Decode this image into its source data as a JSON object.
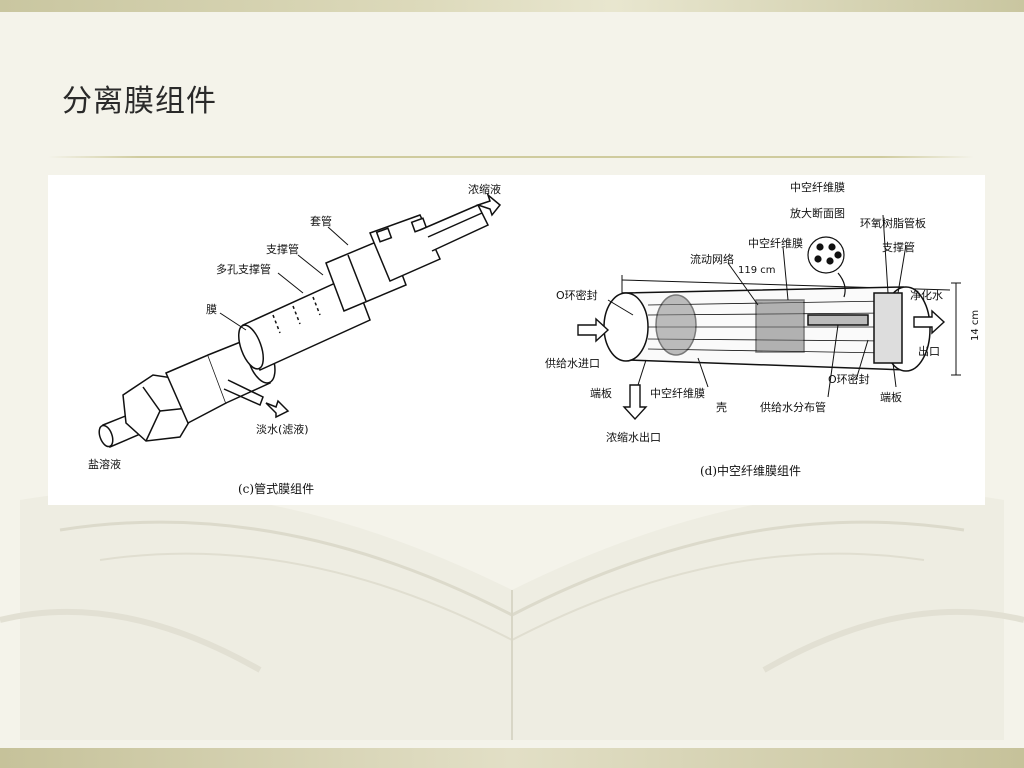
{
  "slide": {
    "title": "分离膜组件"
  },
  "figure_c": {
    "caption": "(c)管式膜组件",
    "labels": {
      "concentrate": "浓缩液",
      "sleeve": "套管",
      "support_tube": "支撑管",
      "porous_support_tube": "多孔支撑管",
      "membrane": "膜",
      "permeate": "淡水(滤液)",
      "brine": "盐溶液"
    }
  },
  "figure_d": {
    "caption": "(d)中空纤维膜组件",
    "labels": {
      "fiber_cross_section_1": "中空纤维膜",
      "fiber_cross_section_2": "放大断面图",
      "epoxy_tube_plate": "环氧树脂管板",
      "support_tube": "支撑管",
      "flow_mesh": "流动网络",
      "hollow_fiber_top": "中空纤维膜",
      "length": "119 cm",
      "o_ring_left": "O环密封",
      "purified_water_1": "净化水",
      "purified_water_2": "出口",
      "diameter": "14 cm",
      "feed_inlet": "供给水进口",
      "end_plate_left": "端板",
      "hollow_fiber_bottom": "中空纤维膜",
      "shell": "壳",
      "o_ring_right": "O环密封",
      "end_plate_right": "端板",
      "feed_distributor": "供给水分布管",
      "concentrate_outlet": "浓缩水出口"
    }
  }
}
